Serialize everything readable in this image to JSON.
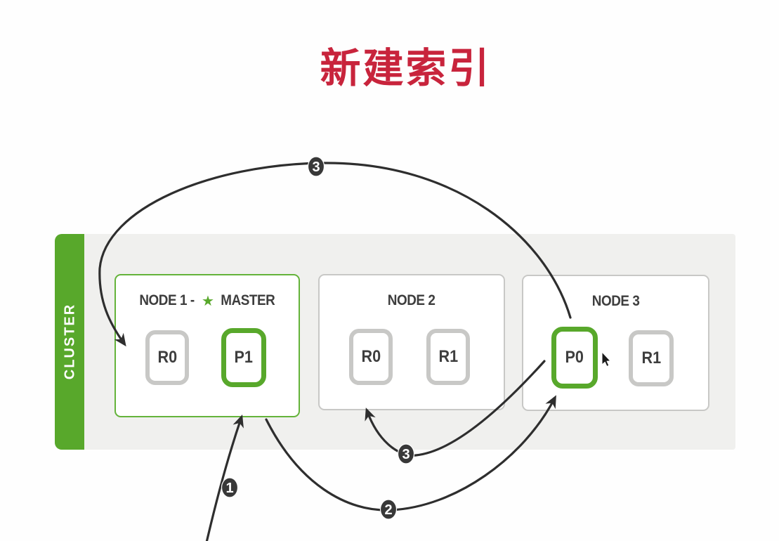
{
  "header": {
    "title": "新建索引"
  },
  "cluster": {
    "label": "CLUSTER",
    "nodes": [
      {
        "title_prefix": "NODE 1 -",
        "master_star": "★",
        "title_suffix": "MASTER",
        "shards": [
          {
            "label": "R0",
            "type": "replica"
          },
          {
            "label": "P1",
            "type": "primary"
          }
        ]
      },
      {
        "title": "NODE 2",
        "shards": [
          {
            "label": "R0",
            "type": "replica"
          },
          {
            "label": "R1",
            "type": "replica"
          }
        ]
      },
      {
        "title": "NODE 3",
        "shards": [
          {
            "label": "P0",
            "type": "primary"
          },
          {
            "label": "R1",
            "type": "replica"
          }
        ]
      }
    ]
  },
  "flow_badges": {
    "step3_top": "3",
    "step1": "1",
    "step2": "2",
    "step3_mid": "3"
  },
  "theme": {
    "accent_green": "#58A82B",
    "title_red": "#C8243C",
    "border_gray": "#C8C8C6",
    "text_dark": "#3E3E3E",
    "band_bg": "#F0F0EE",
    "arrow_dark": "#2E2E2E",
    "badge_bg": "#383838"
  }
}
